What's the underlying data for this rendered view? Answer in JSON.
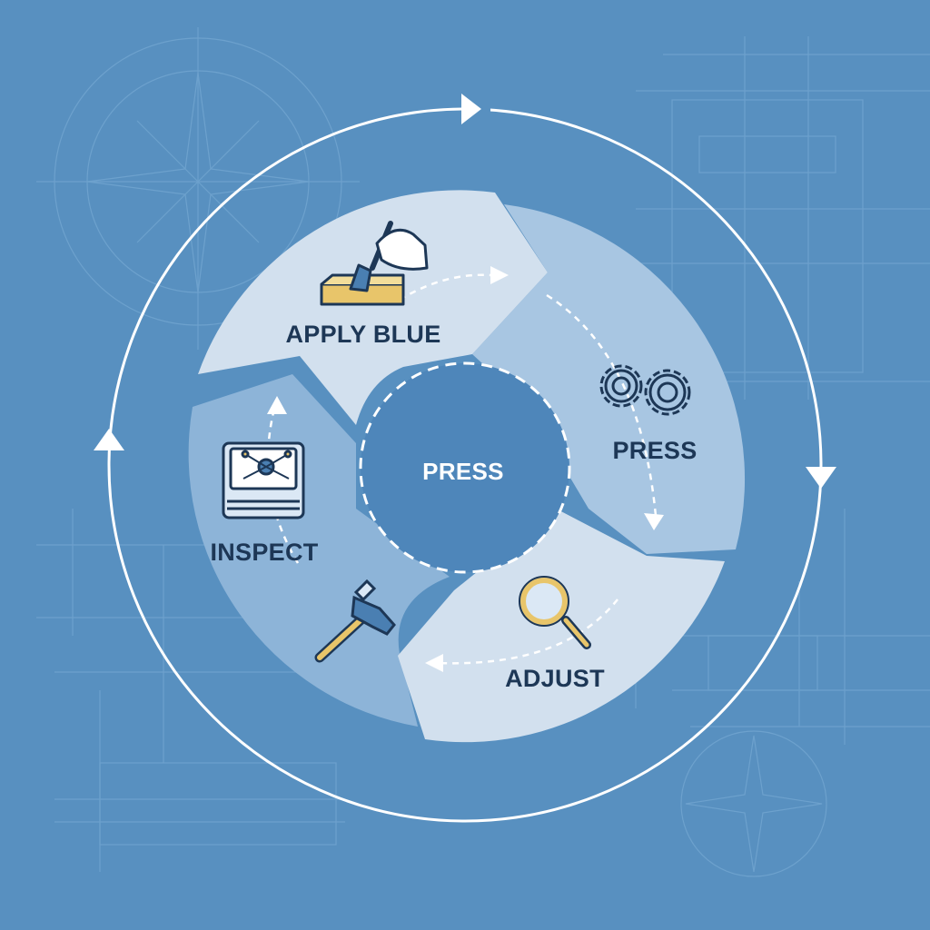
{
  "diagram": {
    "center_label": "PRESS",
    "stages": [
      {
        "label": "APPLY BLUE",
        "icon": "brush-icon"
      },
      {
        "label": "PRESS",
        "icon": "gears-icon"
      },
      {
        "label": "ADJUST",
        "icon": "magnifier-icon"
      },
      {
        "label": "INSPECT",
        "icon": "inspection-device-icon"
      }
    ],
    "extra_icon": "hammer-icon",
    "cycle_direction": "clockwise"
  },
  "colors": {
    "background": "#5890c0",
    "segment_light": "#d2e0ee",
    "segment_mid": "#a8c6e2",
    "segment_dark": "#8db4d8",
    "center_fill": "#4e86ba",
    "text": "#1d3756",
    "line": "#ffffff",
    "accent": "#e8c56a"
  }
}
